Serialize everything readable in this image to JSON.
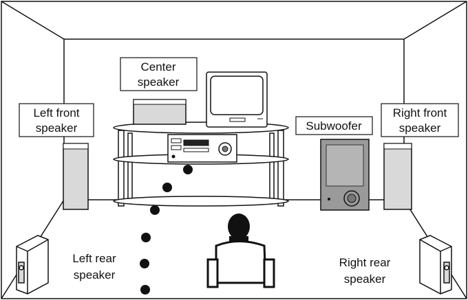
{
  "labels": {
    "center": [
      "Center",
      "speaker"
    ],
    "left_front": [
      "Left front",
      "speaker"
    ],
    "right_front": [
      "Right front",
      "speaker"
    ],
    "subwoofer": [
      "Subwoofer"
    ],
    "left_rear": [
      "Left rear",
      "speaker"
    ],
    "right_rear": [
      "Right rear",
      "speaker"
    ]
  },
  "colors": {
    "outline": "#111111",
    "speaker_fill": "#d9d9d9",
    "subwoofer_fill": "#9a9a9a",
    "background": "#ffffff"
  }
}
